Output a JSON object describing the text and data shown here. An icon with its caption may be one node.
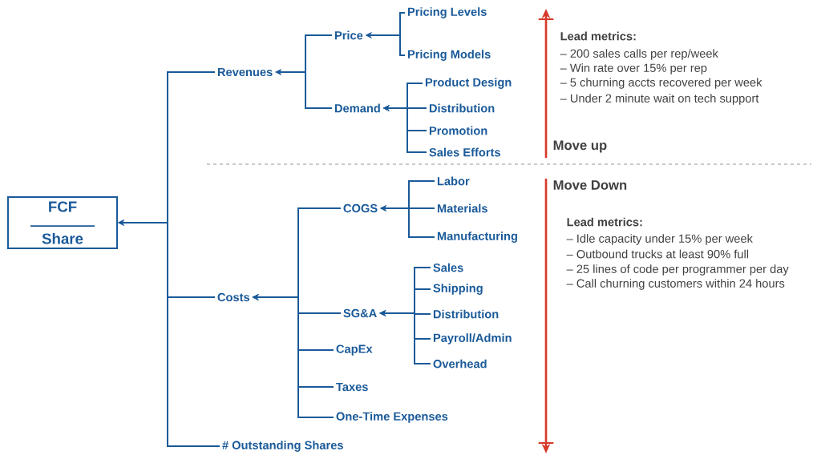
{
  "diagram": {
    "nodes": [
      {
        "text": [
          "FCF",
          "Share"
        ]
      },
      {
        "text": [
          "Revenues"
        ]
      },
      {
        "text": [
          "Price"
        ]
      },
      {
        "text": [
          "Pricing Levels"
        ]
      },
      {
        "text": [
          "Pricing Models"
        ]
      },
      {
        "text": [
          "Demand"
        ]
      },
      {
        "text": [
          "Product Design"
        ]
      },
      {
        "text": [
          "Distribution"
        ]
      },
      {
        "text": [
          "Promotion"
        ]
      },
      {
        "text": [
          "Sales Efforts"
        ]
      },
      {
        "text": [
          "Costs"
        ]
      },
      {
        "text": [
          "COGS"
        ]
      },
      {
        "text": [
          "Labor"
        ]
      },
      {
        "text": [
          "Materials"
        ]
      },
      {
        "text": [
          "Manufacturing"
        ]
      },
      {
        "text": [
          "SG&A"
        ]
      },
      {
        "text": [
          "Sales"
        ]
      },
      {
        "text": [
          "Shipping"
        ]
      },
      {
        "text": [
          "Distribution"
        ]
      },
      {
        "text": [
          "Payroll/Admin"
        ]
      },
      {
        "text": [
          "Overhead"
        ]
      },
      {
        "text": [
          "CapEx"
        ]
      },
      {
        "text": [
          "Taxes"
        ]
      },
      {
        "text": [
          "One-Time Expenses"
        ]
      },
      {
        "text": [
          "# Outstanding Shares"
        ]
      }
    ],
    "edges": [
      {
        "from": 1,
        "to": 0,
        "arrow": "to"
      },
      {
        "from": 2,
        "to": 1,
        "arrow": "to"
      },
      {
        "from": 3,
        "to": 2,
        "arrow": "to"
      },
      {
        "from": 4,
        "to": 2,
        "arrow": "to"
      },
      {
        "from": 5,
        "to": 1,
        "arrow": "to"
      },
      {
        "from": 6,
        "to": 5,
        "arrow": "to"
      },
      {
        "from": 7,
        "to": 5,
        "arrow": "to"
      },
      {
        "from": 8,
        "to": 5,
        "arrow": "to"
      },
      {
        "from": 9,
        "to": 5,
        "arrow": "to"
      },
      {
        "from": 10,
        "to": 0,
        "arrow": "to"
      },
      {
        "from": 11,
        "to": 10,
        "arrow": "to"
      },
      {
        "from": 12,
        "to": 11,
        "arrow": "to"
      },
      {
        "from": 13,
        "to": 11,
        "arrow": "to"
      },
      {
        "from": 14,
        "to": 11,
        "arrow": "to"
      },
      {
        "from": 15,
        "to": 10,
        "arrow": "to"
      },
      {
        "from": 16,
        "to": 15,
        "arrow": "to"
      },
      {
        "from": 17,
        "to": 15,
        "arrow": "to"
      },
      {
        "from": 18,
        "to": 15,
        "arrow": "to"
      },
      {
        "from": 19,
        "to": 15,
        "arrow": "to"
      },
      {
        "from": 20,
        "to": 15,
        "arrow": "to"
      },
      {
        "from": 21,
        "to": 10,
        "arrow": "to"
      },
      {
        "from": 22,
        "to": 10,
        "arrow": "to"
      },
      {
        "from": 23,
        "to": 10,
        "arrow": "to"
      },
      {
        "from": 24,
        "to": 0,
        "arrow": "to"
      }
    ],
    "labels": [
      "Lead metrics:",
      "– 200 sales calls per rep/week",
      "– Win rate over 15% per rep",
      "– 5 churning accts recovered per week",
      "– Under 2 minute wait on tech support",
      "Move up",
      "Move Down",
      "Lead metrics:",
      "– Idle capacity under 15% per week",
      "– Outbound trucks at least 90% full",
      "– 25 lines of code per programmer per day",
      "– Call churning customers within 24 hours"
    ]
  }
}
